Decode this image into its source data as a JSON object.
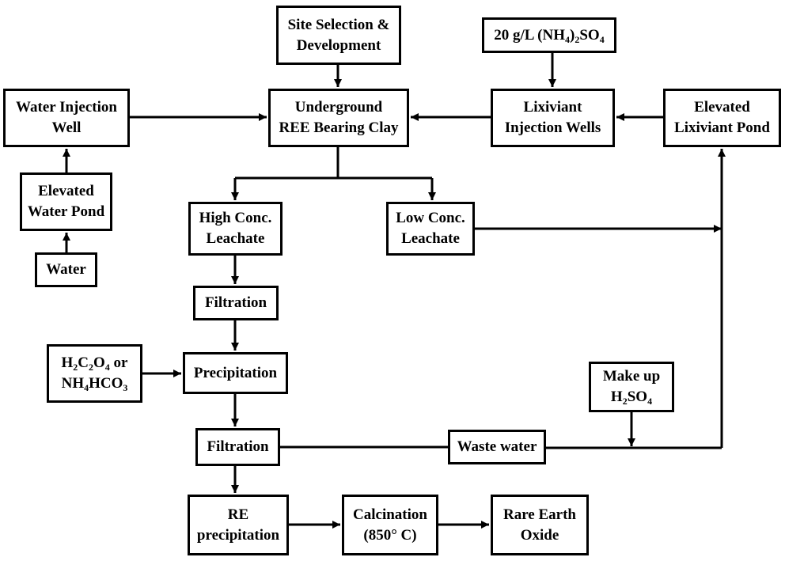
{
  "diagram": {
    "colors": {
      "stroke": "#000000",
      "background": "#ffffff"
    },
    "nodes": {
      "site_selection": {
        "lines": [
          "Site Selection &",
          "Development"
        ]
      },
      "reagent": {
        "lines": [
          [
            [
              "20 g/L (NH",
              ""
            ],
            [
              "4",
              "sub"
            ],
            [
              ")",
              ""
            ],
            [
              "2",
              "sub"
            ],
            [
              "SO",
              ""
            ],
            [
              "4",
              "sub"
            ]
          ]
        ]
      },
      "water_injection_well": {
        "lines": [
          "Water Injection",
          "Well"
        ]
      },
      "underground_clay": {
        "lines": [
          "Underground",
          "REE Bearing Clay"
        ]
      },
      "lixiviant_injection_wells": {
        "lines": [
          "Lixiviant",
          "Injection Wells"
        ]
      },
      "elevated_lixiviant_pond": {
        "lines": [
          "Elevated",
          "Lixiviant Pond"
        ]
      },
      "elevated_water_pond": {
        "lines": [
          "Elevated",
          "Water Pond"
        ]
      },
      "water": {
        "lines": [
          "Water"
        ]
      },
      "high_conc_leachate": {
        "lines": [
          "High Conc.",
          "Leachate"
        ]
      },
      "low_conc_leachate": {
        "lines": [
          "Low Conc.",
          "Leachate"
        ]
      },
      "filtration_1": {
        "lines": [
          "Filtration"
        ]
      },
      "precipitant": {
        "lines": [
          [
            [
              "H",
              ""
            ],
            [
              "2",
              "sub"
            ],
            [
              "C",
              ""
            ],
            [
              "2",
              "sub"
            ],
            [
              "O",
              ""
            ],
            [
              "4",
              "sub"
            ],
            [
              " or",
              ""
            ]
          ],
          [
            [
              "NH",
              ""
            ],
            [
              "4",
              "sub"
            ],
            [
              "HCO",
              ""
            ],
            [
              "3",
              "sub"
            ]
          ]
        ]
      },
      "precipitation": {
        "lines": [
          "Precipitation"
        ]
      },
      "make_up": {
        "lines": [
          "Make up",
          [
            [
              "H",
              ""
            ],
            [
              "2",
              "sub"
            ],
            [
              "SO",
              ""
            ],
            [
              "4",
              "sub"
            ]
          ]
        ]
      },
      "filtration_2": {
        "lines": [
          "Filtration"
        ]
      },
      "waste_water": {
        "lines": [
          "Waste water"
        ]
      },
      "re_precipitation": {
        "lines": [
          "RE",
          "precipitation"
        ]
      },
      "calcination": {
        "lines": [
          "Calcination",
          "(850° C)"
        ]
      },
      "rare_earth_oxide": {
        "lines": [
          "Rare Earth",
          "Oxide"
        ]
      }
    }
  }
}
